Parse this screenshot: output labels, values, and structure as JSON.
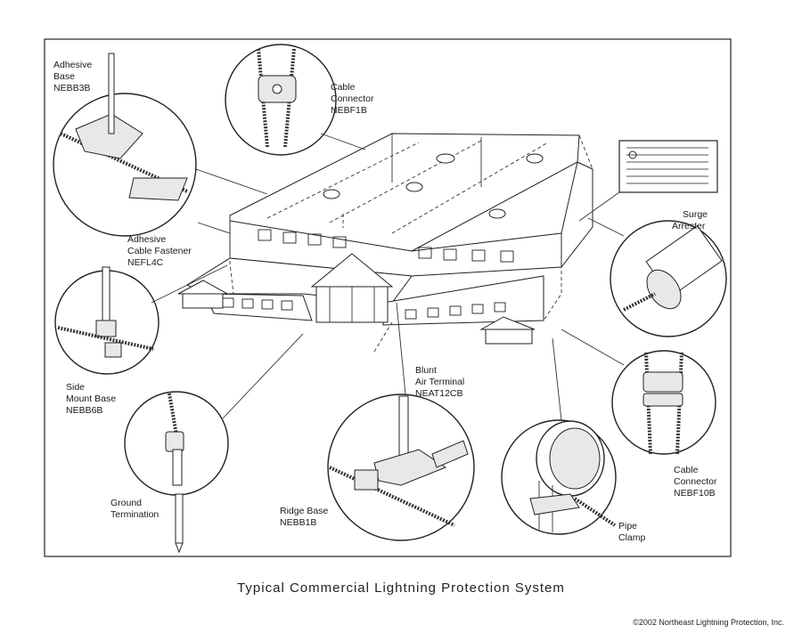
{
  "caption": "Typical Commercial Lightning Protection System",
  "copyright": "©2002 Northeast Lightning Protection, Inc.",
  "callouts": {
    "adhesive_base": [
      "Adhesive",
      "Base",
      "NEBB3B"
    ],
    "cable_connector_top": [
      "Cable",
      "Connector",
      "NEBF1B"
    ],
    "surge_arrester": [
      "Surge",
      "Arrester"
    ],
    "adhesive_cable_fastener": [
      "Adhesive",
      "Cable Fastener",
      "NEFL4C"
    ],
    "side_mount_base": [
      "Side",
      "Mount Base",
      "NEBB6B"
    ],
    "blunt_air_terminal": [
      "Blunt",
      "Air Terminal",
      "NEAT12CB"
    ],
    "ground_termination": [
      "Ground",
      "Termination"
    ],
    "ridge_base": [
      "Ridge Base",
      "NEBB1B"
    ],
    "cable_connector_bottom": [
      "Cable",
      "Connector",
      "NEBF10B"
    ],
    "pipe_clamp": [
      "Pipe",
      "Clamp"
    ]
  }
}
